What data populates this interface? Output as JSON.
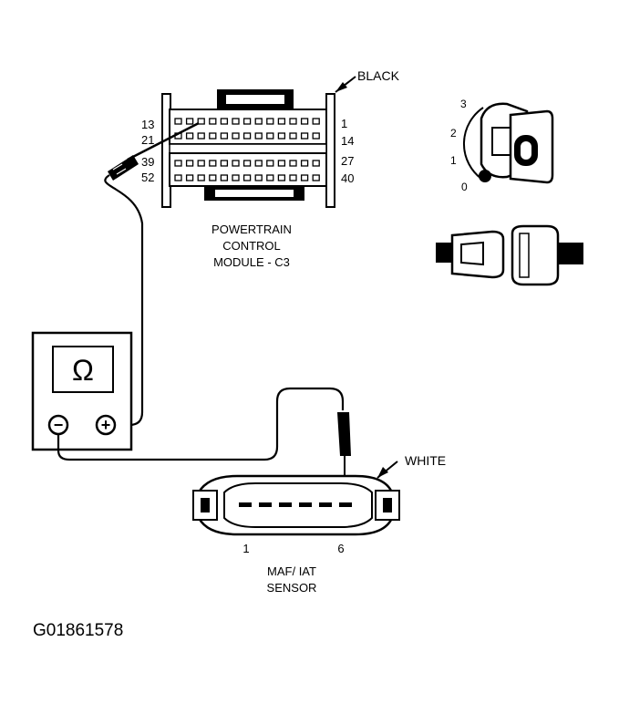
{
  "pcm": {
    "color_label": "BLACK",
    "pins_left": [
      "13",
      "21",
      "39",
      "52"
    ],
    "pins_right": [
      "1",
      "14",
      "27",
      "40"
    ],
    "title_lines": [
      "POWERTRAIN",
      "CONTROL",
      "MODULE - C3"
    ]
  },
  "ignition": {
    "positions": [
      "3",
      "2",
      "1",
      "0"
    ]
  },
  "meter": {
    "symbol": "Ω",
    "neg_symbol": "−",
    "pos_symbol": "+"
  },
  "maf": {
    "color_label": "WHITE",
    "pin_first": "1",
    "pin_last": "6",
    "title_lines": [
      "MAF/ IAT",
      "SENSOR"
    ]
  },
  "figure_id": "G01861578"
}
